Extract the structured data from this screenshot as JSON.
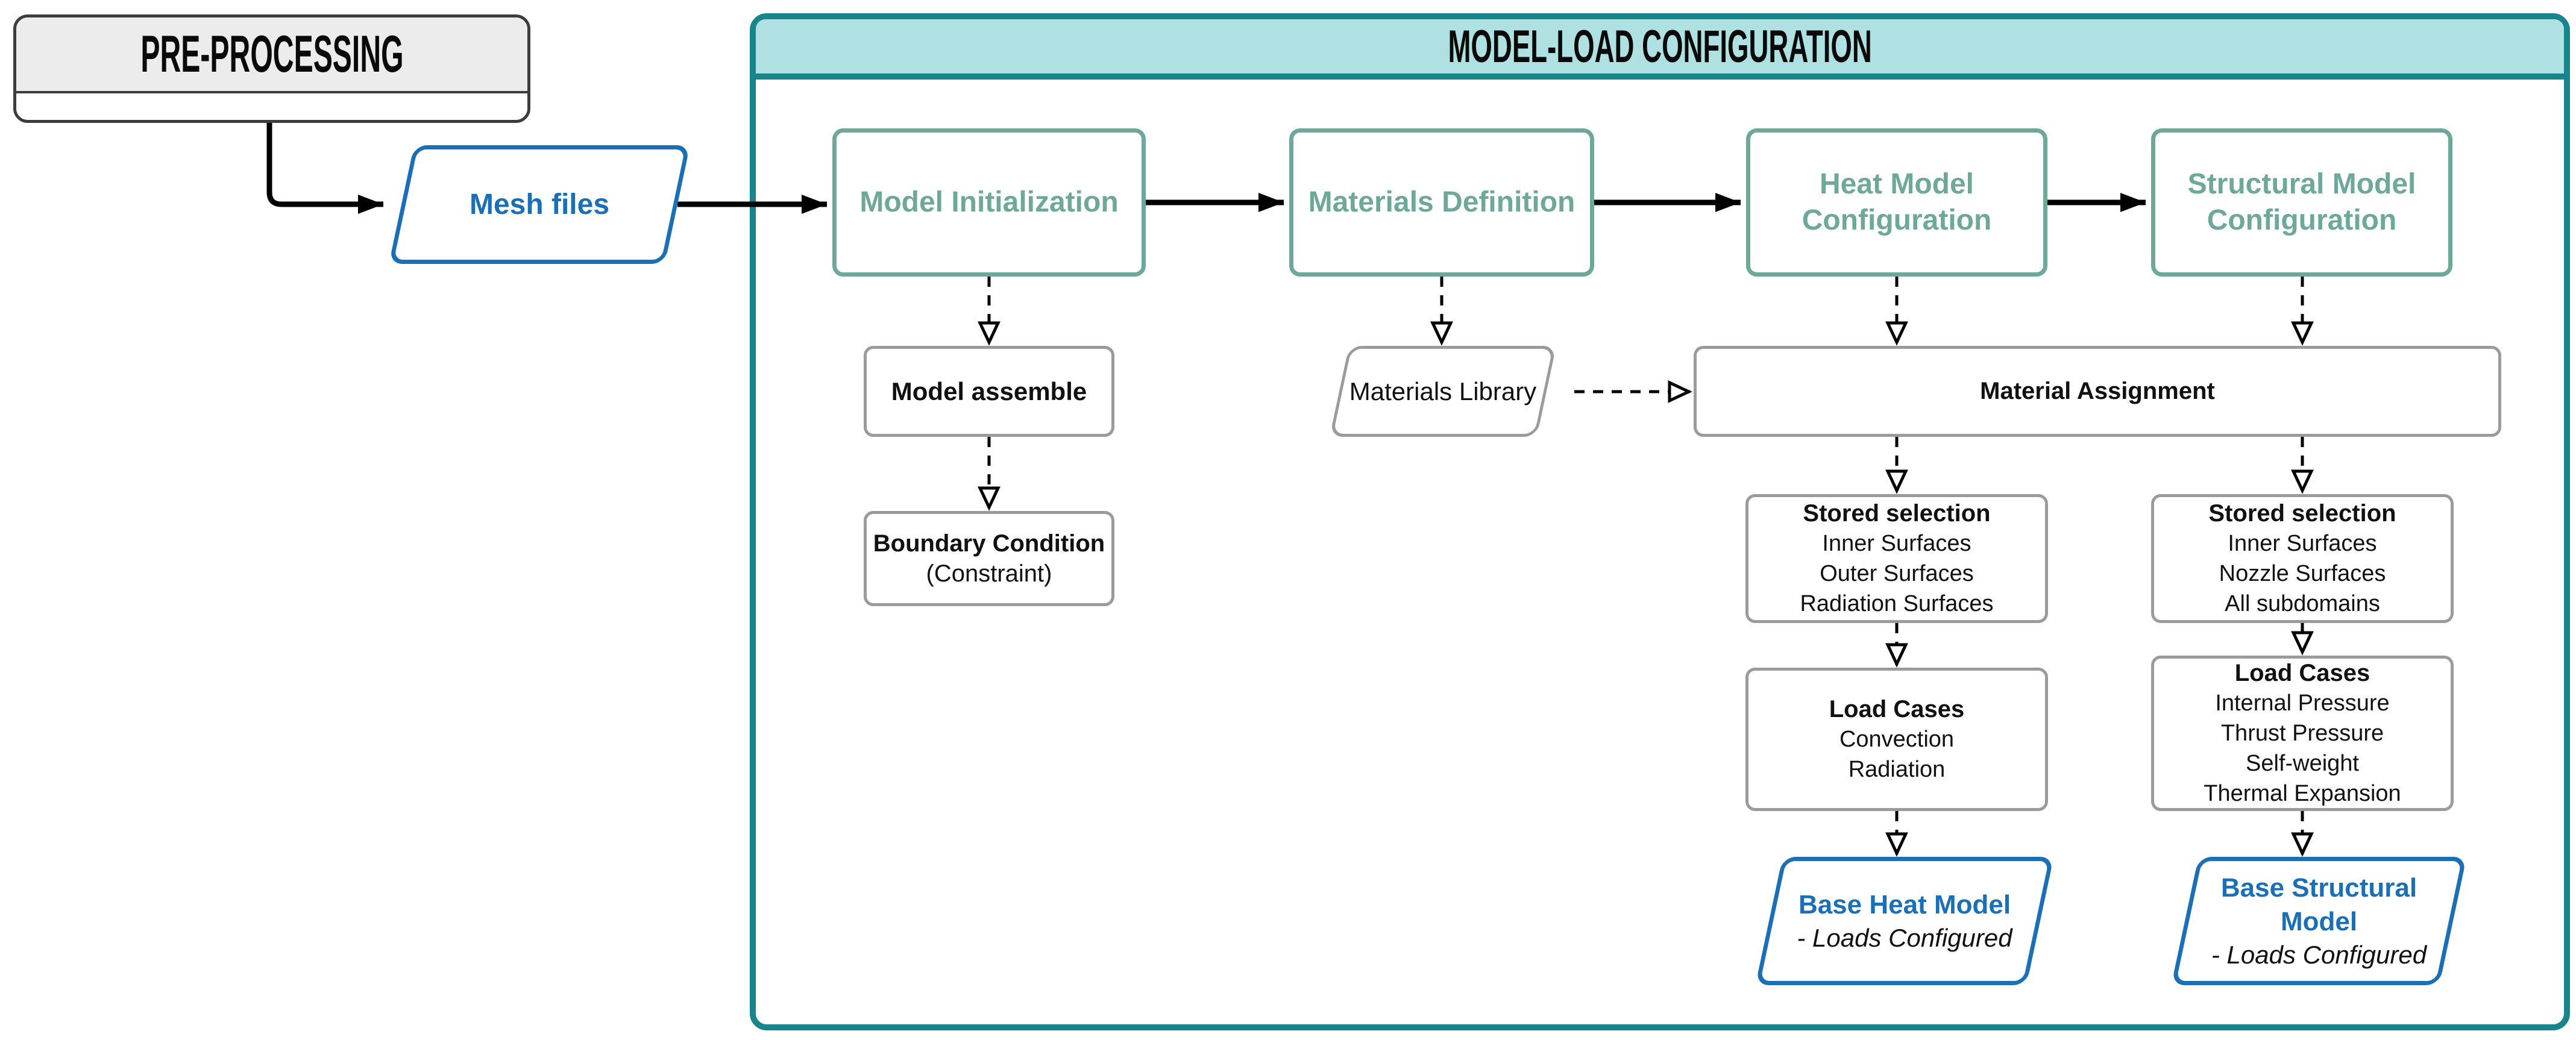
{
  "pre_processing": {
    "title": "PRE-PROCESSING"
  },
  "mesh_files": {
    "label": "Mesh files"
  },
  "model_load_configuration": {
    "title": "MODEL-LOAD CONFIGURATION"
  },
  "stages": [
    {
      "id": "model-initialization",
      "label": "Model Initialization"
    },
    {
      "id": "materials-definition",
      "label": "Materials Definition"
    },
    {
      "id": "heat-model-configuration",
      "label": "Heat Model\nConfiguration"
    },
    {
      "id": "structural-model-configuration",
      "label": "Structural Model\nConfiguration"
    }
  ],
  "model_initialization_branch": {
    "model_assemble": "Model assemble",
    "boundary_condition": {
      "title": "Boundary Condition",
      "subtitle": "(Constraint)"
    }
  },
  "materials_branch": {
    "materials_library": "Materials Library"
  },
  "material_assignment": {
    "label": "Material Assignment"
  },
  "heat_branch": {
    "stored_selection": {
      "title": "Stored selection",
      "items": [
        "Inner Surfaces",
        "Outer Surfaces",
        "Radiation Surfaces"
      ]
    },
    "load_cases": {
      "title": "Load Cases",
      "items": [
        "Convection",
        "Radiation"
      ]
    },
    "output": {
      "title": "Base Heat Model",
      "subtitle": "- Loads Configured"
    }
  },
  "structural_branch": {
    "stored_selection": {
      "title": "Stored selection",
      "items": [
        "Inner Surfaces",
        "Nozzle Surfaces",
        "All subdomains"
      ]
    },
    "load_cases": {
      "title": "Load Cases",
      "items": [
        "Internal Pressure",
        "Thrust Pressure",
        "Self-weight",
        "Thermal Expansion"
      ]
    },
    "output": {
      "title": "Base Structural Model",
      "subtitle": "- Loads Configured"
    }
  },
  "colors": {
    "container_border": "#17858B",
    "container_header_fill": "#AFE0E2",
    "stage_accent": "#6DA89A",
    "io_accent": "#1B6FB6",
    "process_border": "#9B9B9B",
    "pre_processing_border": "#3D3D3D",
    "pre_processing_fill": "#ECECEC",
    "connector": "#000000"
  }
}
